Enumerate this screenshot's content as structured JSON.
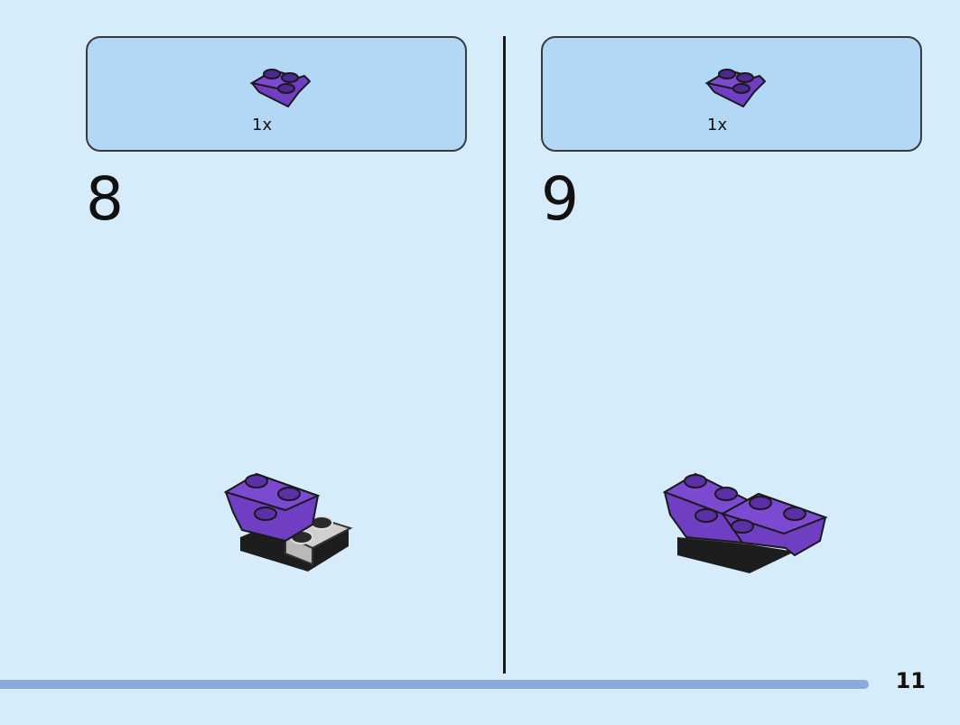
{
  "colors": {
    "page_background": "#d7ecfb",
    "parts_box_background": "#b3d8f5",
    "divider": "#1a1a1a",
    "progress_bar": "#8aa9df",
    "brick_purple": "#6f3ec2",
    "brick_purple_dark": "#4d2893",
    "brick_black": "#252525",
    "brick_grey": "#d0d0d0"
  },
  "steps": [
    {
      "number": "8",
      "parts": [
        {
          "quantity": "1x",
          "icon": "purple-wedge-plate-icon"
        }
      ],
      "model_icon": "step-8-assembly-icon"
    },
    {
      "number": "9",
      "parts": [
        {
          "quantity": "1x",
          "icon": "purple-wedge-plate-icon"
        }
      ],
      "model_icon": "step-9-assembly-icon"
    }
  ],
  "footer": {
    "page_number": "11"
  }
}
